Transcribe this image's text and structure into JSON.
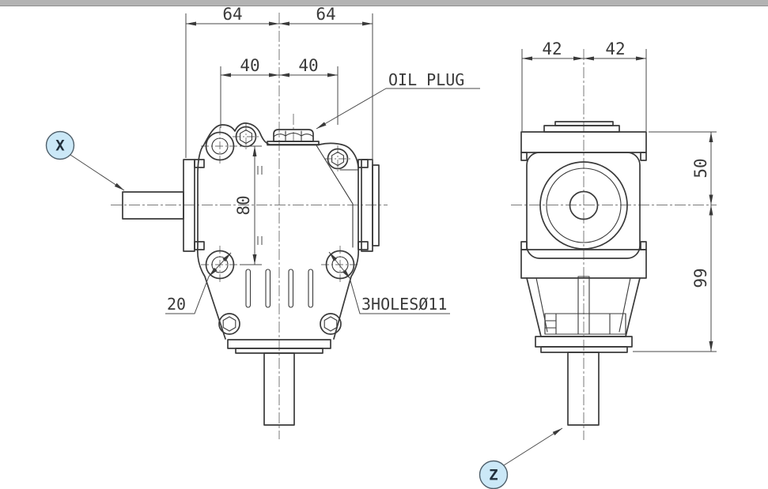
{
  "drawing": {
    "balloons": {
      "x": "X",
      "z": "Z"
    },
    "labels": {
      "oil_plug": "OIL PLUG",
      "holes_note": "3HOLESØ11"
    },
    "dimensions": {
      "front_top_left": "64",
      "front_top_right": "64",
      "front_upper_left": "40",
      "front_upper_right": "40",
      "front_height": "80",
      "front_hole_offset": "20",
      "side_top_left": "42",
      "side_top_right": "42",
      "side_upper_height": "50",
      "side_lower_height": "99"
    },
    "colors": {
      "line": "#3a3a3a",
      "centerline": "#7a7a7a",
      "top_bar": "#b3b3b3",
      "balloon_fill": "#cbe8f7",
      "balloon_stroke": "#50606b",
      "balloon_text": "#22303c"
    }
  }
}
